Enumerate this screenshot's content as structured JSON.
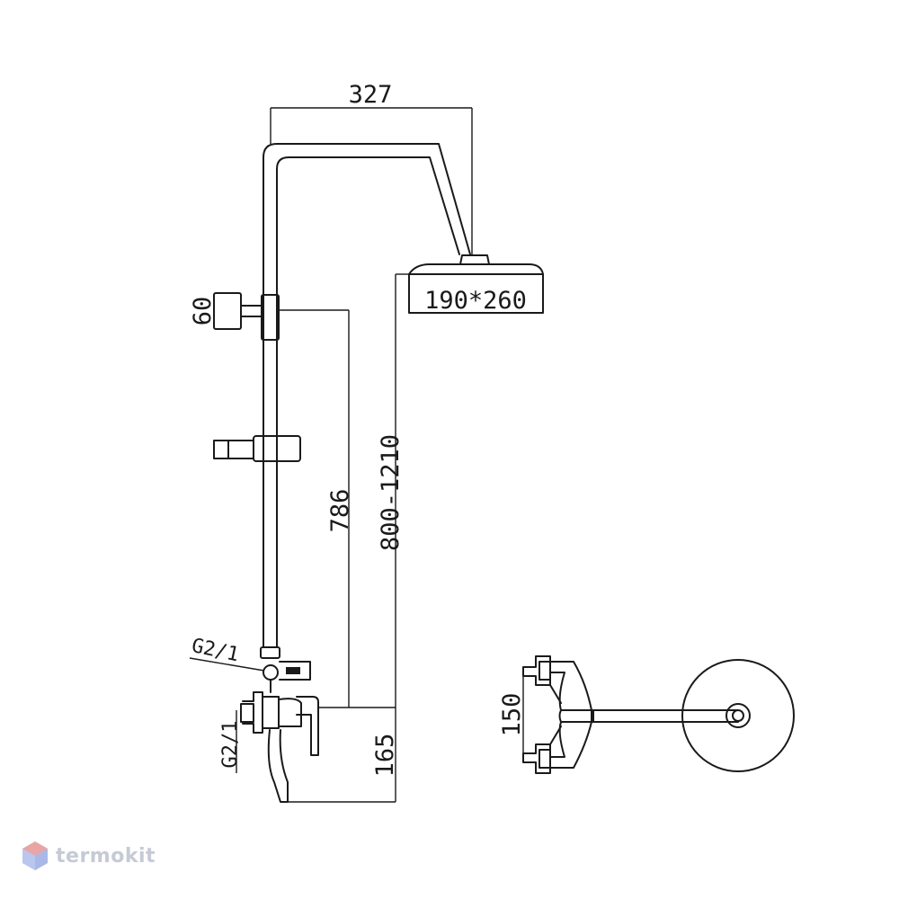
{
  "dimensions": {
    "width": "327",
    "head_size": "190*260",
    "bracket": "60",
    "rail_height": "786",
    "height_range": "800-1210",
    "inlet_top": "G2/1",
    "inlet_side": "G2/1",
    "spout_height": "165",
    "centers": "150"
  },
  "brand": {
    "name": "termokit",
    "color": "#c5cad6",
    "accent": [
      "#e8a5a5",
      "#a9b8e6"
    ]
  }
}
